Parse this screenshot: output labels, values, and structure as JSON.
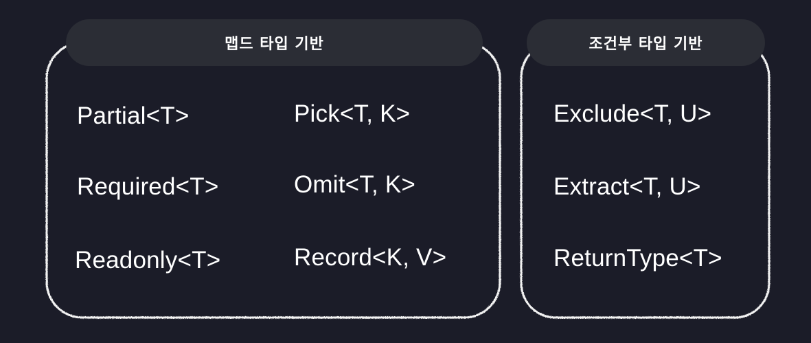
{
  "mapped_group": {
    "title": "맵드 타입 기반",
    "items": [
      "Partial<T>",
      "Required<T>",
      "Readonly<T>",
      "Pick<T, K>",
      "Omit<T, K>",
      "Record<K, V>"
    ]
  },
  "conditional_group": {
    "title": "조건부 타입 기반",
    "items": [
      "Exclude<T, U>",
      "Extract<T, U>",
      "ReturnType<T>"
    ]
  },
  "colors": {
    "background": "#1b1c28",
    "pill": "#2b2d35",
    "chalk_border": "#f2f2f2",
    "text": "#ffffff"
  }
}
